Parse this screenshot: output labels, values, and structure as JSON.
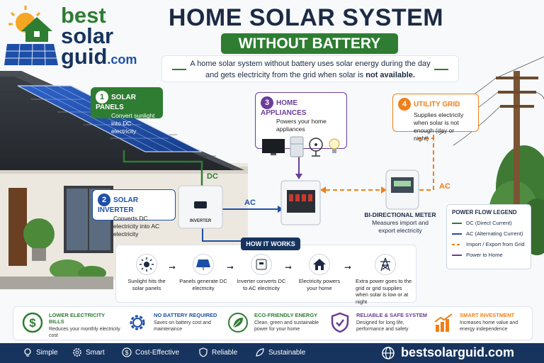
{
  "logo": {
    "word1": "best",
    "word2": "solar",
    "word3": "guid",
    "suffix": ".com"
  },
  "header": {
    "title": "HOME SOLAR SYSTEM",
    "subtitle": "WITHOUT BATTERY"
  },
  "intro": {
    "line1": "A home solar system without battery uses solar energy during the day",
    "line2_pre": "and gets electricity from the grid when solar is ",
    "line2_bold": "not available."
  },
  "callouts": [
    {
      "num": "1",
      "title": "SOLAR PANELS",
      "text": "Convert sunlight into DC electricity",
      "color": "#2e7d32"
    },
    {
      "num": "2",
      "title": "SOLAR INVERTER",
      "text": "Converts DC electricity into AC electricity",
      "color": "#1e4fa8"
    },
    {
      "num": "3",
      "title": "HOME APPLIANCES",
      "text": "Powers your home appliances",
      "color": "#6a3d9a"
    },
    {
      "num": "4",
      "title": "UTILITY GRID",
      "text": "Supplies electricity when solar is not enough (day or night)",
      "color": "#f07f1a"
    }
  ],
  "labels": {
    "dc": "DC",
    "ac1": "AC",
    "ac2": "AC",
    "inverter": "INVERTER"
  },
  "meter": {
    "title": "BI-DIRECTIONAL METER",
    "text": "Measures import and export electricity"
  },
  "legend": {
    "title": "POWER FLOW LEGEND",
    "items": [
      {
        "label": "DC (Direct Current)",
        "color": "#2e7d32",
        "dashed": false
      },
      {
        "label": "AC (Alternating Current)",
        "color": "#1e4fa8",
        "dashed": false
      },
      {
        "label": "Import / Export from Grid",
        "color": "#f07f1a",
        "dashed": true
      },
      {
        "label": "Power to Home",
        "color": "#6a3d9a",
        "dashed": false
      }
    ]
  },
  "how": {
    "title": "HOW IT WORKS",
    "steps": [
      {
        "icon": "sun-icon",
        "text": "Sunlight hits the solar panels"
      },
      {
        "icon": "solar-panel-icon",
        "text": "Panels generate DC electricity"
      },
      {
        "icon": "inverter-icon",
        "text": "Inverter converts DC to AC electricity"
      },
      {
        "icon": "home-icon",
        "text": "Electricity powers your home"
      },
      {
        "icon": "power-tower-icon",
        "text": "Extra power goes to the grid or grid supplies when solar is low or at night"
      }
    ]
  },
  "benefits": [
    {
      "icon": "dollar-icon",
      "title": "LOWER ELECTRICITY BILLS",
      "text": "Reduces your monthly electricity cost",
      "color": "#2e7d32"
    },
    {
      "icon": "gear-icon",
      "title": "NO BATTERY REQUIRED",
      "text": "Saves on battery cost and maintenance",
      "color": "#1e4fa8"
    },
    {
      "icon": "leaf-icon",
      "title": "ECO-FRIENDLY ENERGY",
      "text": "Clean, green and sustainable power for your home",
      "color": "#2e7d32"
    },
    {
      "icon": "shield-icon",
      "title": "RELIABLE & SAFE SYSTEM",
      "text": "Designed for long life, performance and safety",
      "color": "#6a3d9a"
    },
    {
      "icon": "chart-icon",
      "title": "SMART INVESTMENT",
      "text": "Increases home value and energy independence",
      "color": "#f07f1a"
    }
  ],
  "footer": {
    "features": [
      {
        "icon": "bulb-icon",
        "label": "Simple"
      },
      {
        "icon": "gear-icon",
        "label": "Smart"
      },
      {
        "icon": "dollar-icon",
        "label": "Cost-Effective"
      },
      {
        "icon": "shield-icon",
        "label": "Reliable"
      },
      {
        "icon": "leaf-icon",
        "label": "Sustainable"
      }
    ],
    "site": "bestsolarguid.com"
  }
}
